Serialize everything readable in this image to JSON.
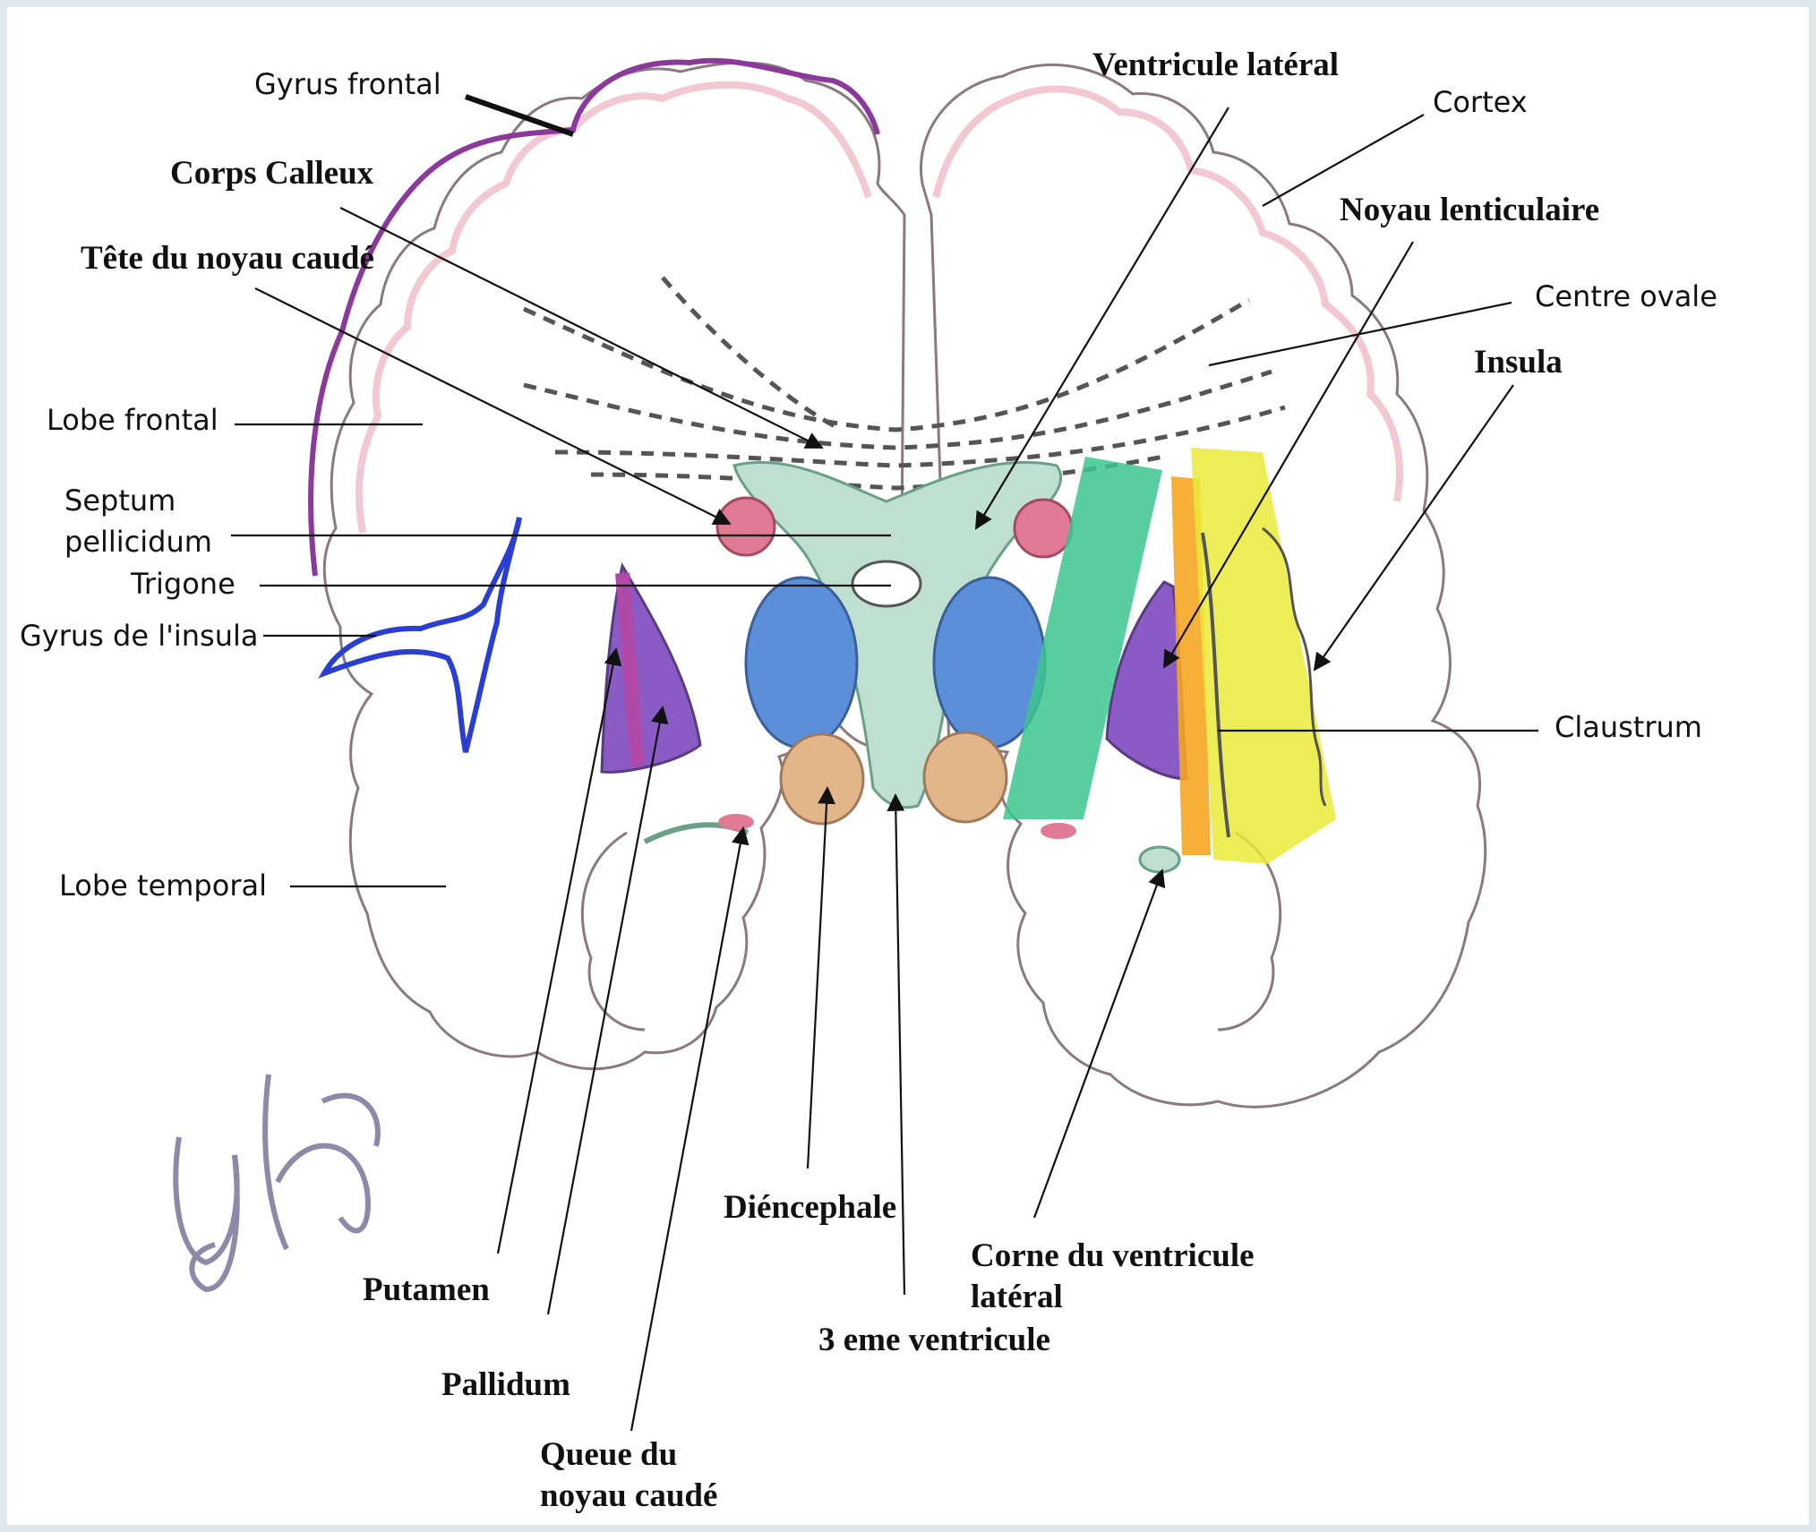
{
  "diagram": {
    "labels": {
      "gyrus_frontal": "Gyrus frontal",
      "corps_calleux": "Corps Calleux",
      "tete_noyau_caude": "Tête du noyau caudé",
      "lobe_frontal": "Lobe frontal",
      "septum": "Septum\npellicidum",
      "trigone": "Trigone",
      "gyrus_insula": "Gyrus de l'insula",
      "lobe_temporal": "Lobe temporal",
      "putamen": "Putamen",
      "pallidum": "Pallidum",
      "queue_noyau_caude": "Queue du\nnoyau caudé",
      "diencephale": "Diéncephale",
      "troisieme_ventricule": "3 eme ventricule",
      "corne_ventricule": "Corne du ventricule\nlatéral",
      "ventricule_lateral": "Ventricule latéral",
      "cortex": "Cortex",
      "noyau_lenticulaire": "Noyau lenticulaire",
      "centre_ovale": "Centre ovale",
      "insula": "Insula",
      "claustrum": "Claustrum"
    },
    "colors": {
      "gyrus_frontal_outline": "#8b3a9c",
      "insula_outline": "#2a3fd1",
      "caudate_head": "#e07a95",
      "thalamus_blue": "#5b8fd8",
      "lenticular_purple": "#8a5bc4",
      "putamen_magenta": "#b04aa8",
      "diencephalon_beige": "#e3b58a",
      "ventricle_teal": "#bfe0d0",
      "green_band": "#3cc58e",
      "orange_band": "#f5a623",
      "yellow_band": "#eaea3a",
      "brain_outline": "#8a7a80",
      "cortex_pink": "#f2c8d2"
    }
  }
}
